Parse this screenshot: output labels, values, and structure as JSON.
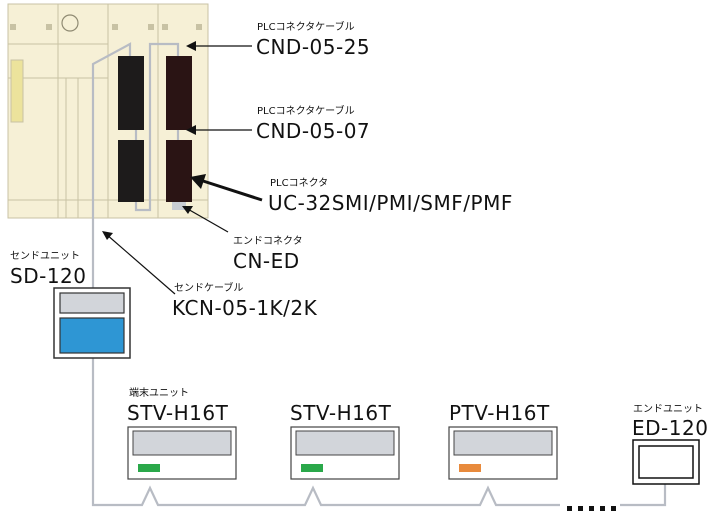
{
  "labels": {
    "cnd_05_25": {
      "small": "PLCコネクタケーブル",
      "big": "CND-05-25"
    },
    "cnd_05_07": {
      "small": "PLCコネクタケーブル",
      "big": "CND-05-07"
    },
    "uc_32smi": {
      "small": "PLCコネクタ",
      "big": "UC-32SMI/PMI/SMF/PMF"
    },
    "cn_ed": {
      "small": "エンドコネクタ",
      "big": "CN-ED"
    },
    "sd_120": {
      "small": "センドユニット",
      "big": "SD-120"
    },
    "kcn": {
      "small": "センドケーブル",
      "big": "KCN-05-1K/2K"
    },
    "terminal_group": {
      "small": "端末ユニット"
    },
    "stv1": {
      "big": "STV-H16T"
    },
    "stv2": {
      "big": "STV-H16T"
    },
    "ptv": {
      "big": "PTV-H16T"
    },
    "ed_120": {
      "small": "エンドユニット",
      "big": "ED-120"
    }
  },
  "colors": {
    "plc_body": "#f6f0d6",
    "plc_line": "#c8c2a4",
    "connector_dark": "#1d1b1b",
    "connector_brown": "#2a1414",
    "cable_gray": "#b8bcc4",
    "send_unit_blue": "#2e96d4",
    "terminal_green": "#2aa84a",
    "terminal_orange": "#e88a3c",
    "terminal_screen": "#d2d5da"
  }
}
